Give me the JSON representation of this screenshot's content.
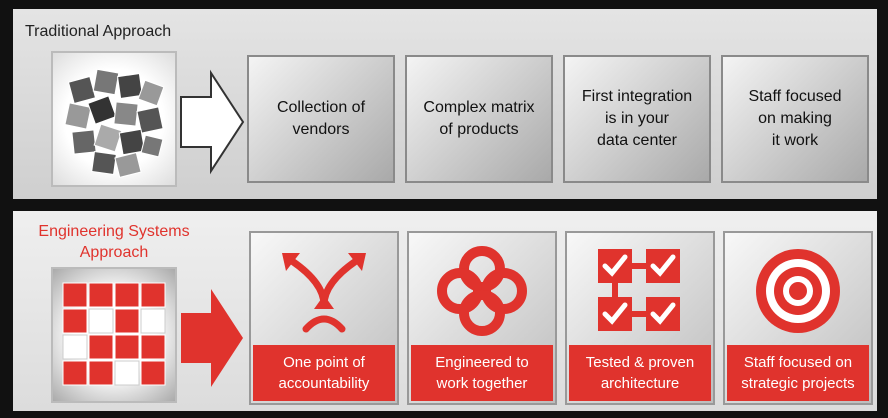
{
  "traditional": {
    "title": "Traditional Approach",
    "items": [
      {
        "label": "Collection of\nvendors"
      },
      {
        "label": "Complex matrix\nof products"
      },
      {
        "label": "First integration\nis in your\ndata center"
      },
      {
        "label": "Staff focused\non making\nit work"
      }
    ]
  },
  "engineered": {
    "title": "Engineering Systems Approach",
    "items": [
      {
        "label": "One point of\naccountability",
        "icon": "converging-arrows-icon"
      },
      {
        "label": "Engineered to\nwork together",
        "icon": "interlocking-loops-icon"
      },
      {
        "label": "Tested & proven\narchitecture",
        "icon": "checklist-flow-icon"
      },
      {
        "label": "Staff focused on\nstrategic projects",
        "icon": "target-icon"
      }
    ]
  },
  "colors": {
    "accent_red": "#e0332d",
    "gray_box": "#b5b5b5"
  }
}
